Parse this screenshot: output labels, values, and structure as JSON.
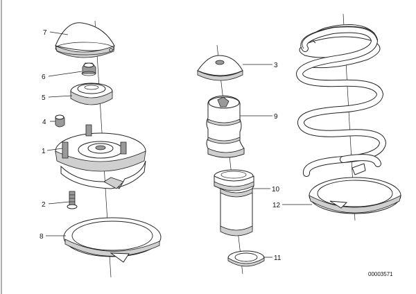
{
  "diagram": {
    "reference_number": "00003571",
    "callouts": [
      {
        "id": "1",
        "text": "1"
      },
      {
        "id": "2",
        "text": "2"
      },
      {
        "id": "3",
        "text": "3"
      },
      {
        "id": "4",
        "text": "4"
      },
      {
        "id": "5",
        "text": "5"
      },
      {
        "id": "6",
        "text": "6"
      },
      {
        "id": "7",
        "text": "7"
      },
      {
        "id": "8",
        "text": "8"
      },
      {
        "id": "9",
        "text": "9"
      },
      {
        "id": "10",
        "text": "10"
      },
      {
        "id": "11",
        "text": "11"
      },
      {
        "id": "12",
        "text": "12"
      }
    ]
  }
}
